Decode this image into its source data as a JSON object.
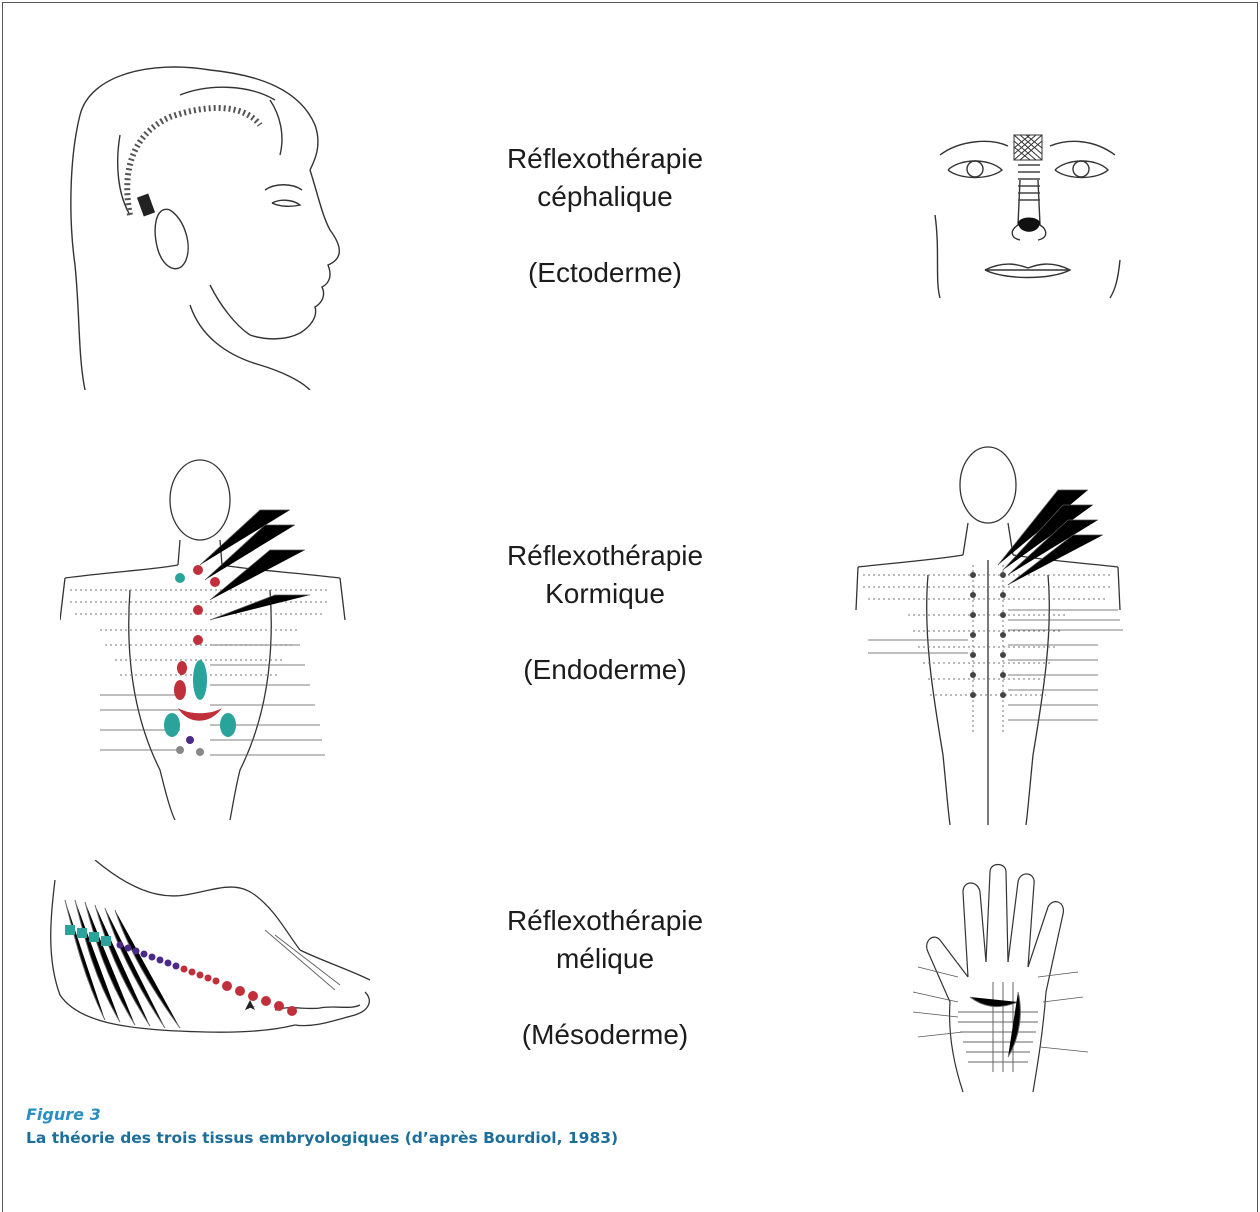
{
  "figure": {
    "label": "Figure 3",
    "caption": "La théorie des trois tissus embryologiques (d’après Bourdiol, 1983)"
  },
  "rows": [
    {
      "title_line1": "Réflexothérapie",
      "title_line2": "céphalique",
      "layer": "(Ectoderme)"
    },
    {
      "title_line1": "Réflexothérapie",
      "title_line2": "Kormique",
      "layer": "(Endoderme)"
    },
    {
      "title_line1": "Réflexothérapie",
      "title_line2": "mélique",
      "layer": "(Mésoderme)"
    }
  ],
  "colors": {
    "caption_label": "#2a8fc1",
    "caption_text": "#1d6e9a",
    "teal_points": "#2aa39a",
    "red_points": "#c0303a",
    "purple_points": "#4b2a8a"
  }
}
